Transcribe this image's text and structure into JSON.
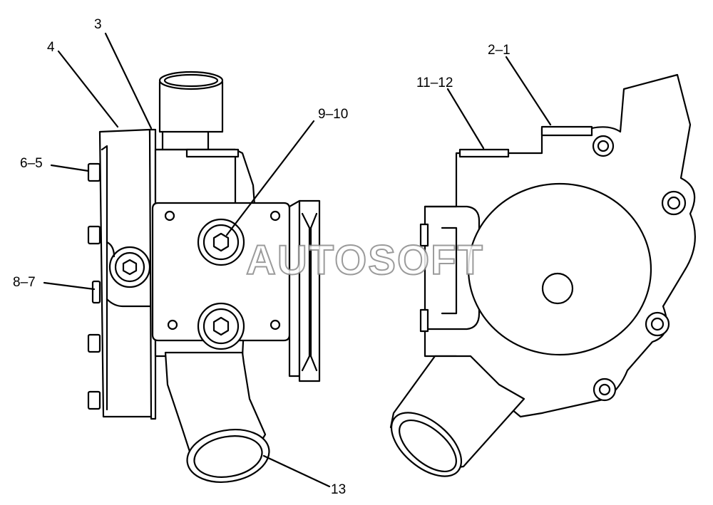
{
  "callouts": {
    "c3": "3",
    "c4": "4",
    "c6_5": "6–5",
    "c8_7": "8–7",
    "c9_10": "9–10",
    "c13": "13",
    "c2_1": "2–1",
    "c11_12": "11–12"
  },
  "watermark": "AUTOSOFT"
}
